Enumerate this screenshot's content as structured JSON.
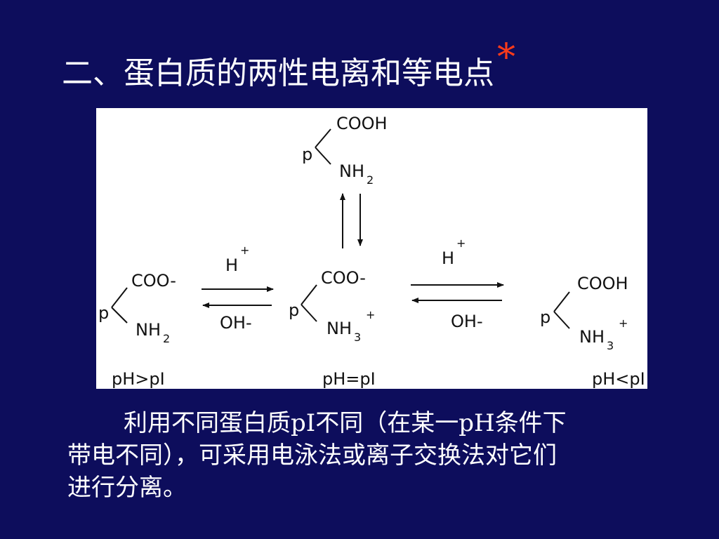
{
  "slide": {
    "title": "二、蛋白质的两性电离和等电点",
    "title_star": "*",
    "paragraph_lines": [
      "利用不同蛋白质pI不同（在某一pH条件下",
      "带电不同），可采用电泳法或离子交换法对它们",
      "进行分离。"
    ]
  },
  "diagram": {
    "top": {
      "p": "p",
      "cooh": "COOH",
      "nh": "NH",
      "sub": "2"
    },
    "left": {
      "p": "p",
      "coo": "COO-",
      "nh": "NH",
      "sub": "2",
      "condition": "pH>pI"
    },
    "center": {
      "p": "p",
      "coo": "COO-",
      "nh": "NH",
      "sub": "3",
      "charge": "+",
      "condition": "pH=pI"
    },
    "right": {
      "p": "p",
      "cooh": "COOH",
      "nh": "NH",
      "sub": "3",
      "charge": "+",
      "condition": "pH<pI"
    },
    "left_arrows": {
      "top_label": "H",
      "top_charge": "+",
      "bottom_label": "OH-"
    },
    "right_arrows": {
      "top_label": "H",
      "top_charge": "+",
      "bottom_label": "OH-"
    },
    "colors": {
      "background": "#0d0d5c",
      "star": "#ff3b1a",
      "figure_bg": "#ffffff"
    }
  }
}
